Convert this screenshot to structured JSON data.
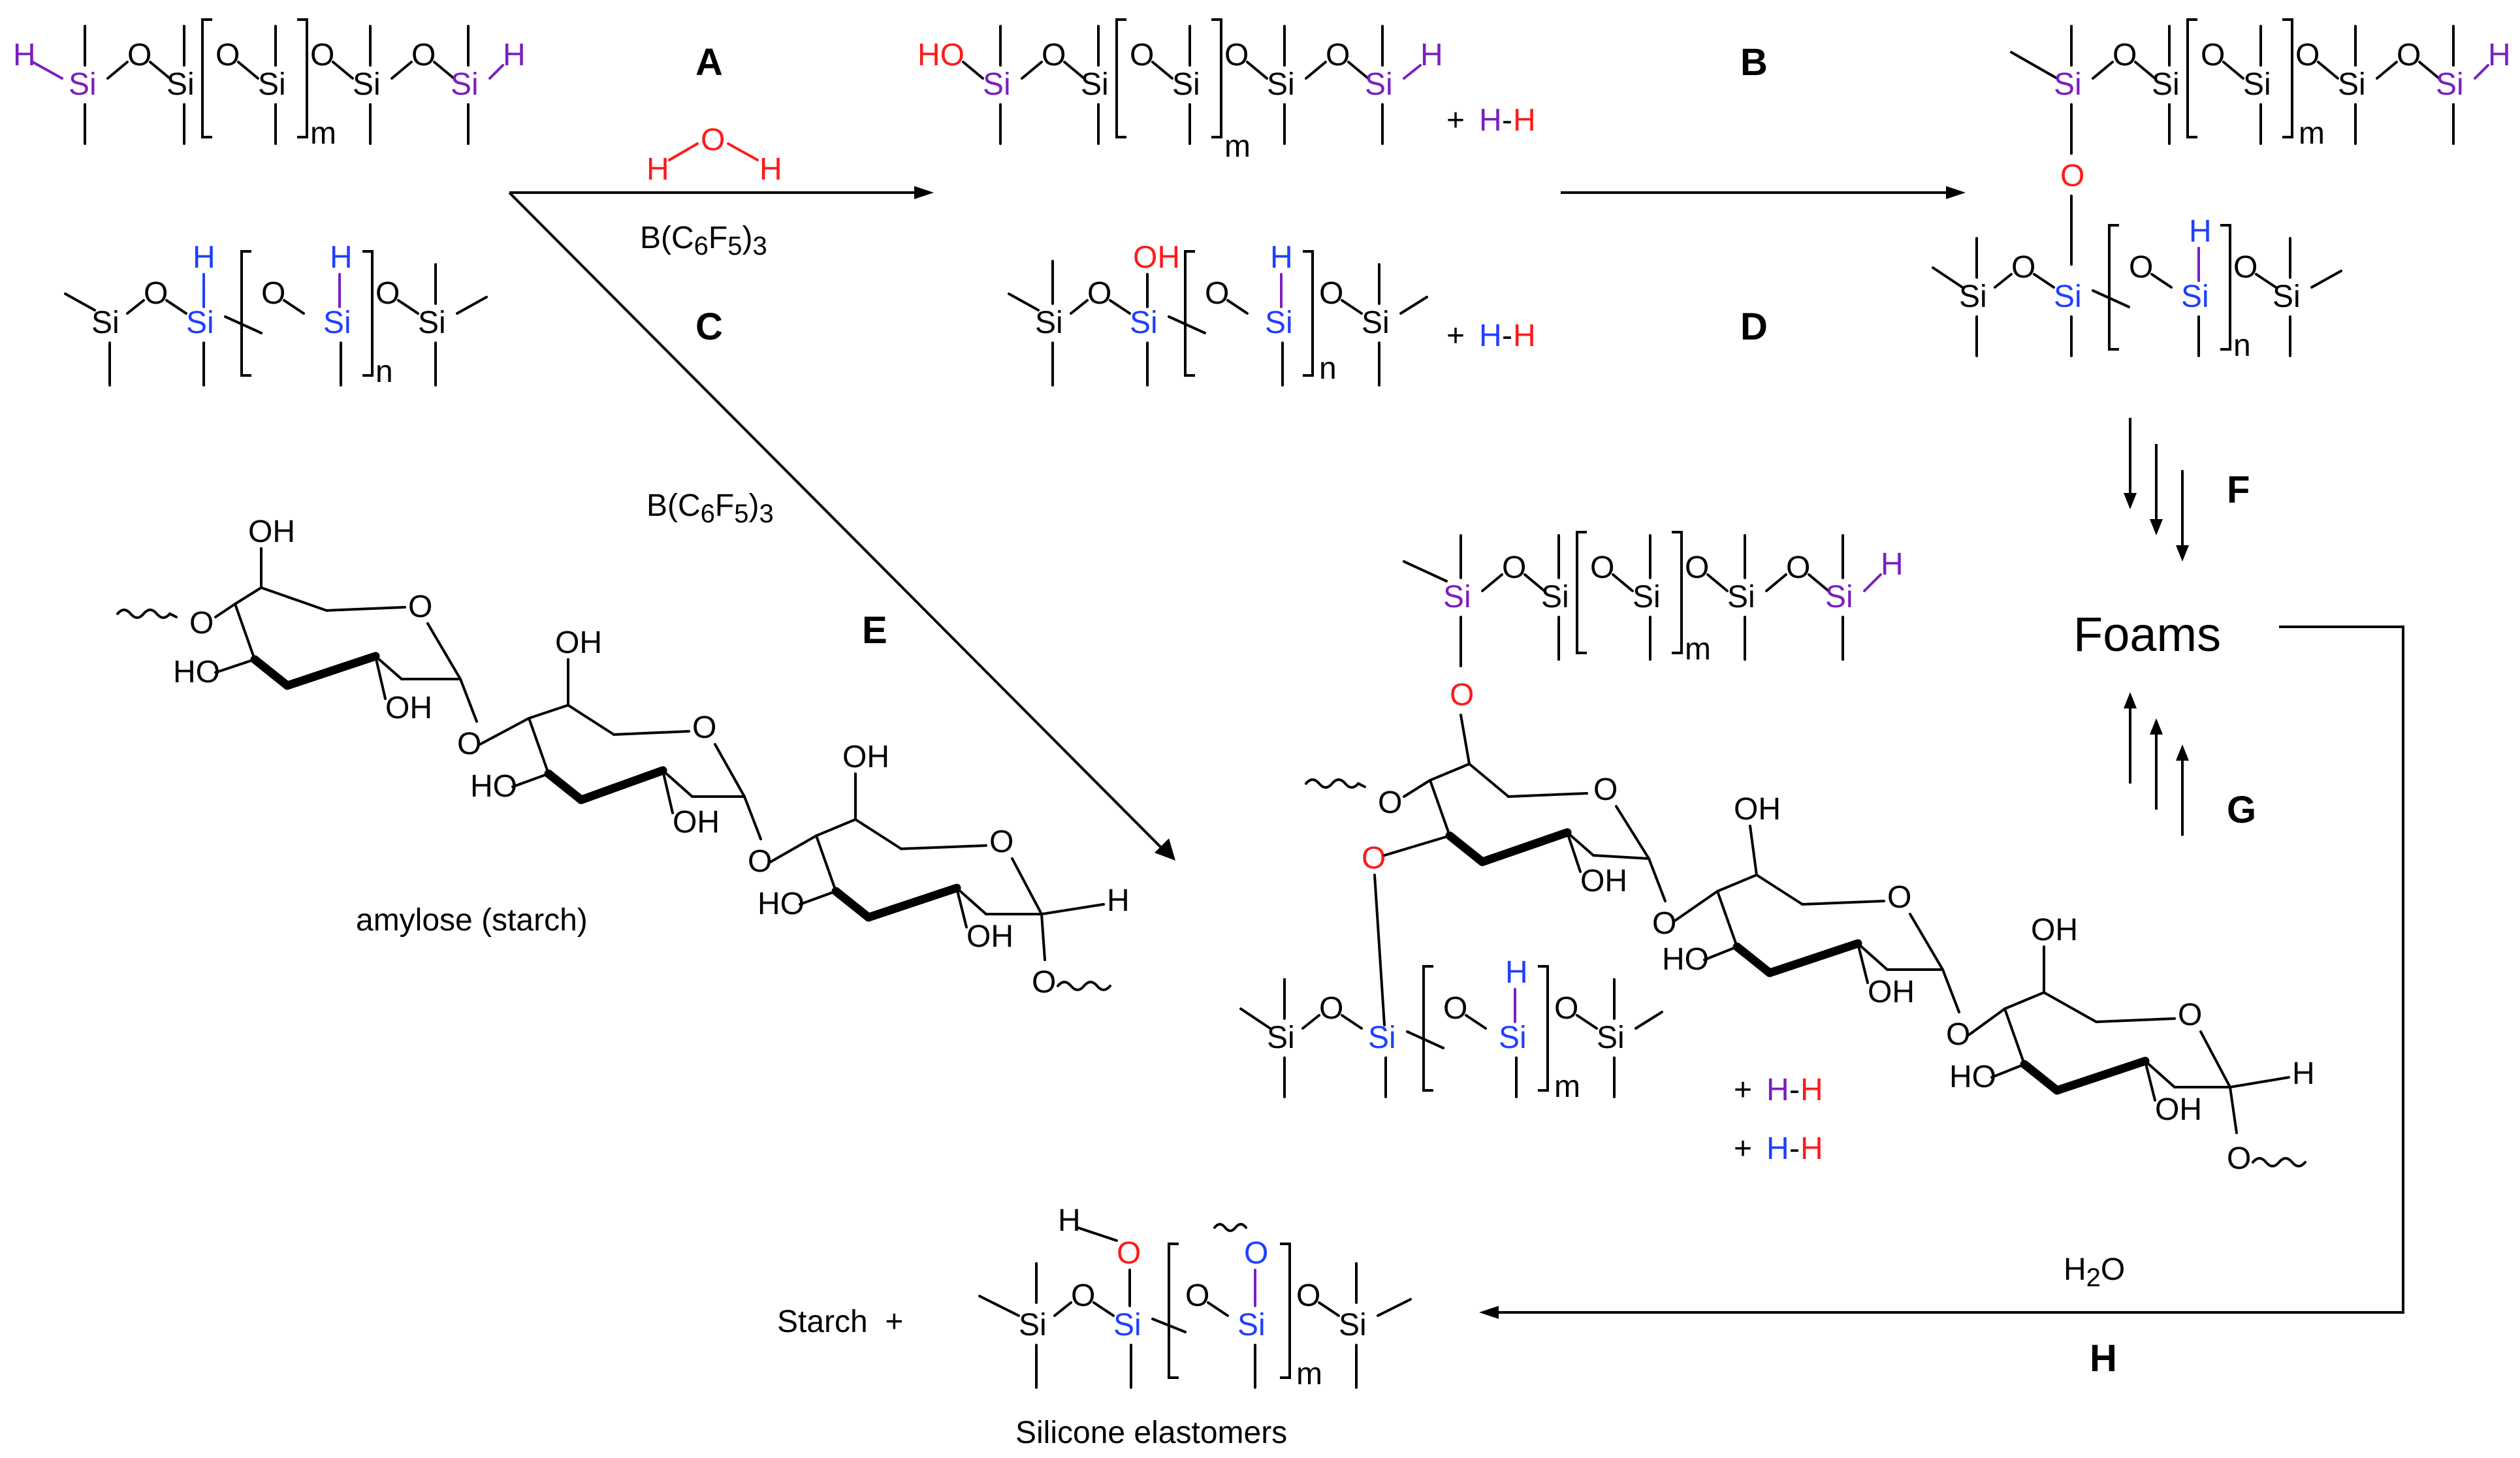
{
  "colors": {
    "black": "#000000",
    "purple": "#7a1fbf",
    "blue": "#1f3fff",
    "red": "#ff1a1a"
  },
  "labels": {
    "A": "A",
    "B": "B",
    "C": "C",
    "D": "D",
    "E": "E",
    "F": "F",
    "G": "G",
    "H": "H"
  },
  "atoms": {
    "Si": "Si",
    "O": "O",
    "H": "H",
    "HO": "HO",
    "OH": "OH",
    "m": "m",
    "n": "n",
    "plus": "+",
    "dash": "-"
  },
  "reagents": {
    "catalyst_1": "B(C6F5)3",
    "catalyst_2": "B(C6F5)3",
    "water_top": "H₂O",
    "water_bottom": "H2O"
  },
  "products": {
    "foams": "Foams",
    "starch_plus": "Starch  +",
    "silicone_elastomers": "Silicone elastomers",
    "amylose_caption": "amylose (starch)"
  }
}
